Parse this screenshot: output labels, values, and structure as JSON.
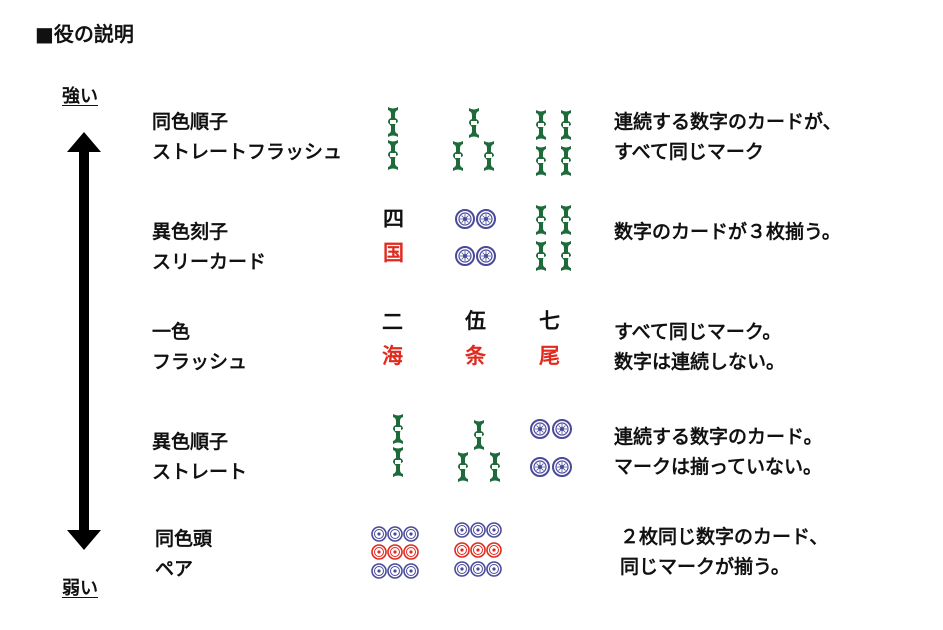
{
  "title": "■役の説明",
  "strong_label": "強い",
  "weak_label": "弱い",
  "colors": {
    "bamboo": "#1d6b3a",
    "circle": "#4a4a9a",
    "red": "#e02a1e"
  },
  "hands": [
    {
      "name": [
        "同色順子",
        "ストレートフラッシュ"
      ],
      "description": [
        "連続する数字のカードが、",
        "すべて同じマーク"
      ]
    },
    {
      "name": [
        "異色刻子",
        "スリーカード"
      ],
      "description": [
        "数字のカードが３枚揃う。"
      ],
      "characters": [
        "四",
        "国"
      ]
    },
    {
      "name": [
        "一色",
        "フラッシュ"
      ],
      "description": [
        "すべて同じマーク。",
        "数字は連続しない。"
      ],
      "characters_top": [
        "二",
        "伍",
        "七"
      ],
      "characters_bottom": [
        "海",
        "条",
        "尾"
      ]
    },
    {
      "name": [
        "異色順子",
        "ストレート"
      ],
      "description": [
        "連続する数字のカード。",
        "マークは揃っていない。"
      ]
    },
    {
      "name": [
        "同色頭",
        "ペア"
      ],
      "description": [
        "２枚同じ数字のカード、",
        "同じマークが揃う。"
      ]
    }
  ]
}
